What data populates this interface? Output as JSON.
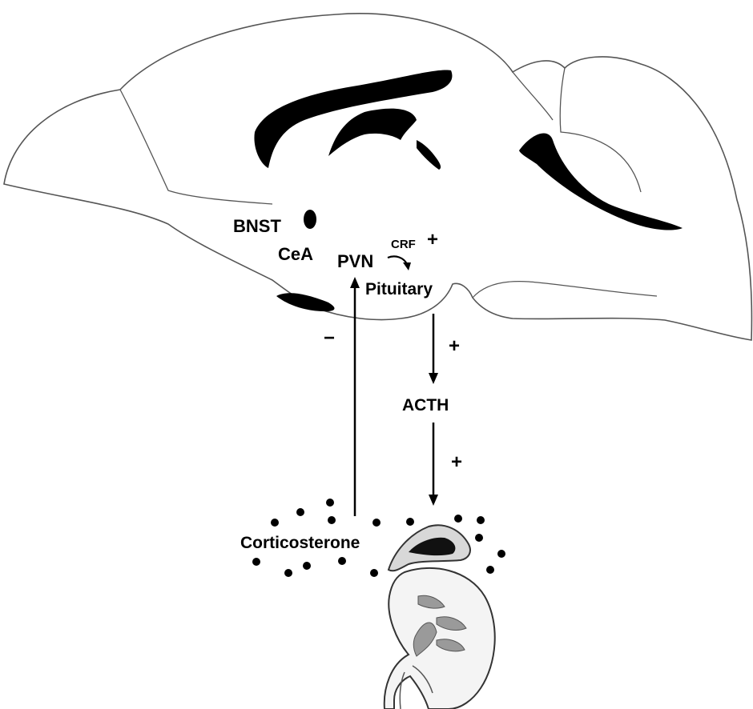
{
  "labels": {
    "bnst": "BNST",
    "cea": "CeA",
    "pvn": "PVN",
    "crf": "CRF",
    "crf_sign": "+",
    "pituitary": "Pituitary",
    "acth": "ACTH",
    "pituitary_to_acth_sign": "+",
    "acth_to_adrenal_sign": "+",
    "feedback_sign": "−",
    "corticosterone": "Corticosterone"
  },
  "colors": {
    "outline": "#555555",
    "ink": "#000000",
    "background": "#ffffff",
    "kidney_fill": "#f4f4f4",
    "kidney_detail": "#9a9a9a"
  }
}
